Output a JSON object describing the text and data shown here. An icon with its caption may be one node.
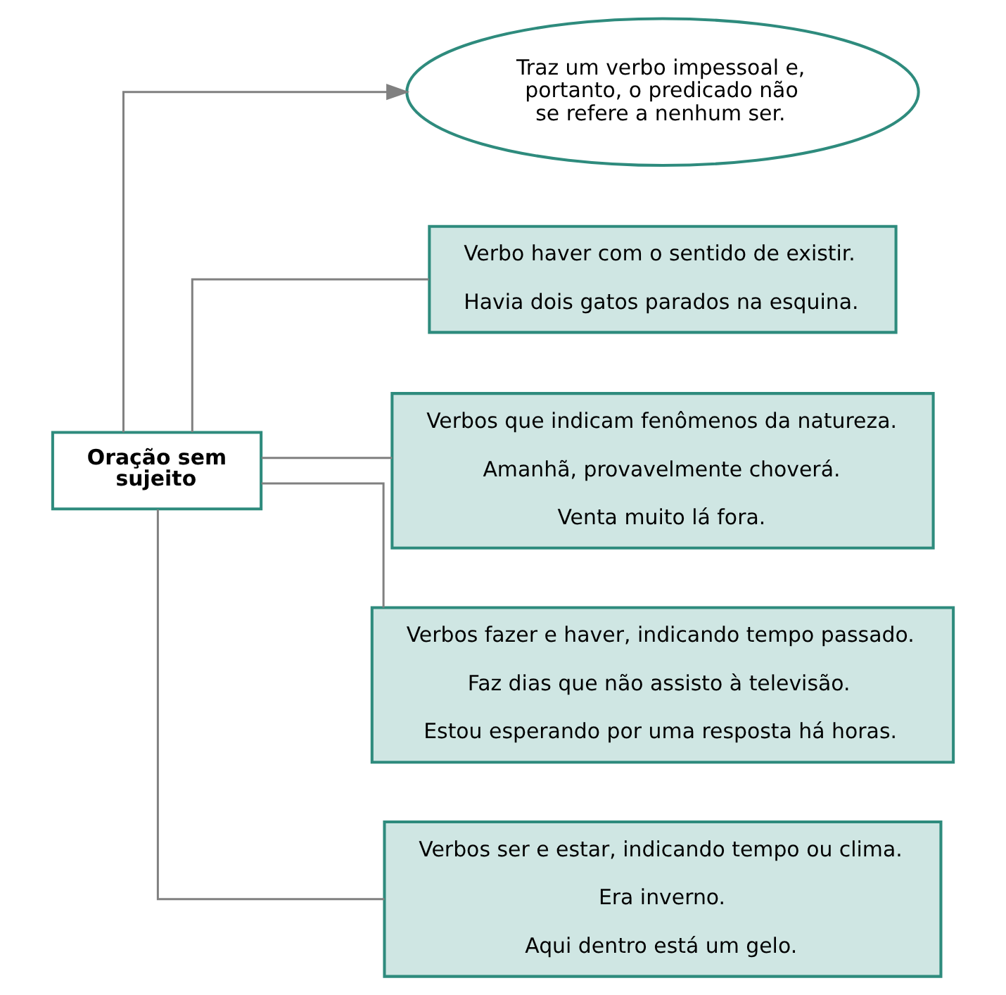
{
  "diagram": {
    "nodes": [
      {
        "text": [
          "Oração sem sujeito"
        ]
      },
      {
        "text": [
          "Traz um verbo impessoal e, portanto, o predicado não se refere a nenhum ser."
        ]
      },
      {
        "text": [
          "Verbo haver com o sentido de existir.",
          "Havia dois gatos parados na esquina."
        ]
      },
      {
        "text": [
          "Verbos que indicam fenômenos da natureza.",
          "Amanhã, provavelmente choverá.",
          "Venta muito lá fora."
        ]
      },
      {
        "text": [
          "Verbos fazer e haver, indicando tempo passado.",
          "Faz dias que não assisto à televisão.",
          "Estou esperando por uma resposta há horas."
        ]
      },
      {
        "text": [
          "Verbos ser e estar, indicando tempo ou clima.",
          "Era inverno.",
          "Aqui dentro está um gelo."
        ]
      }
    ],
    "edges": [
      {
        "from": 0,
        "to": 1,
        "arrow": "to"
      },
      {
        "from": 0,
        "to": 2,
        "arrow": "none"
      },
      {
        "from": 0,
        "to": 3,
        "arrow": "none"
      },
      {
        "from": 0,
        "to": 4,
        "arrow": "none"
      },
      {
        "from": 0,
        "to": 5,
        "arrow": "none"
      }
    ]
  }
}
